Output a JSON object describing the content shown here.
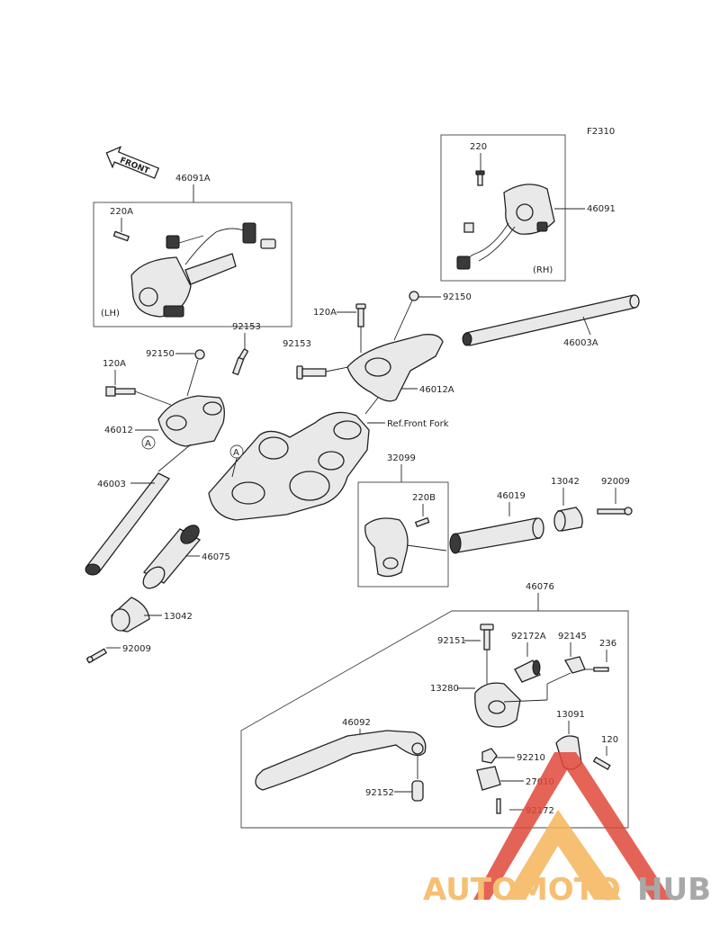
{
  "figure_code": "F2310",
  "front_arrow_label": "FRONT",
  "ref_note": "Ref.Front Fork",
  "labels": {
    "p220_rh": "220",
    "p46091": "46091",
    "rh": "(RH)",
    "p46091A": "46091A",
    "p220A": "220A",
    "lh": "(LH)",
    "p92150_top": "92150",
    "p120A_top": "120A",
    "p92153_mid": "92153",
    "p46003A": "46003A",
    "p46012A": "46012A",
    "p92153_left": "92153",
    "p92150_left": "92150",
    "p120A_left": "120A",
    "p46012": "46012",
    "circleA_1": "A",
    "circleA_2": "A",
    "p46003": "46003",
    "p32099": "32099",
    "p220B": "220B",
    "p46019": "46019",
    "p13042_right": "13042",
    "p92009_right": "92009",
    "p46075": "46075",
    "p13042_left": "13042",
    "p92009_left": "92009",
    "p46076": "46076",
    "p92151": "92151",
    "p92172A": "92172A",
    "p92145": "92145",
    "p236": "236",
    "p13280": "13280",
    "p46092": "46092",
    "p13091": "13091",
    "p120": "120",
    "p92210": "92210",
    "p27010": "27010",
    "p92152": "92152",
    "p92172": "92172"
  },
  "watermark": {
    "part1": "AUTOMOTO",
    "part2": "HUB",
    "color_orange": "#f5b45a",
    "color_red": "#e0483a",
    "color_gray": "#9a9a9a"
  }
}
